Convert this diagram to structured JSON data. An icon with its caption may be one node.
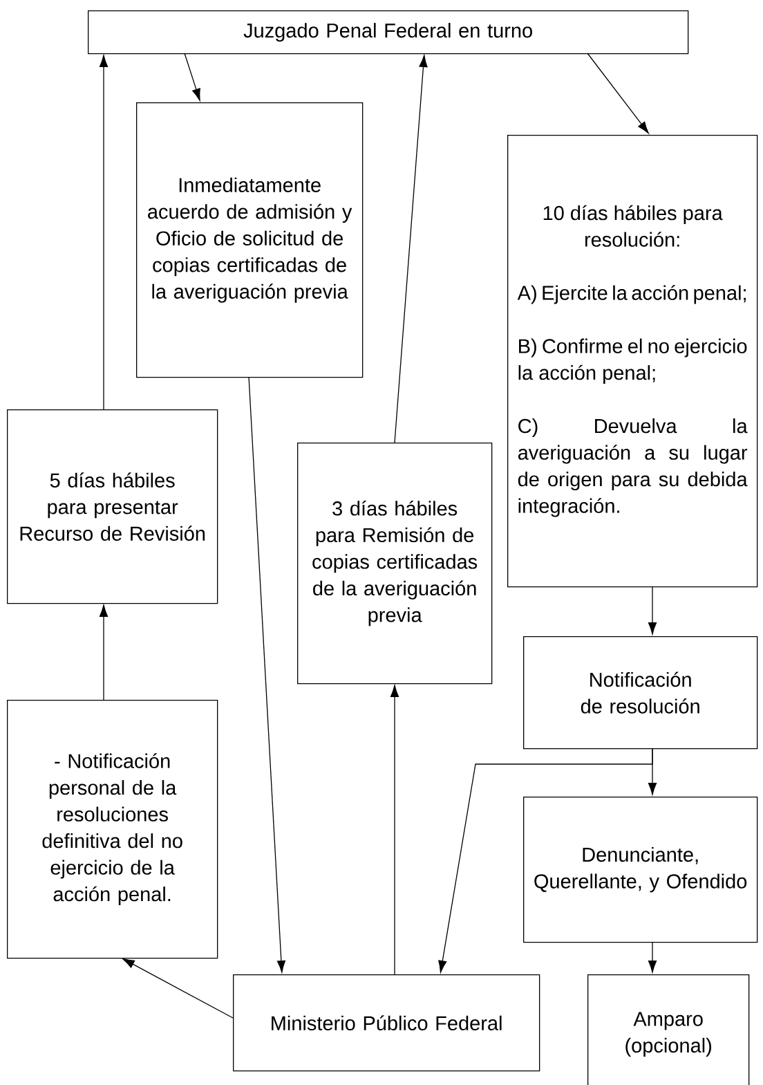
{
  "diagram": {
    "nodes": [
      {
        "text": [
          "Juzgado Penal Federal en turno"
        ]
      },
      {
        "text": [
          "Inmediatamente acuerdo de admisión y Oficio de solicitud de copias certificadas de la averiguación previa"
        ]
      },
      {
        "text": [
          "10 días hábiles para resolución:",
          "A) Ejercite la acción penal;",
          "B) Confirme el no ejercicio la acción penal;",
          "C) Devuelva la averiguación a su lugar de origen para su debida integración."
        ]
      },
      {
        "text": [
          "5 días hábiles para presentar Recurso de Revisión"
        ]
      },
      {
        "text": [
          "3 días hábiles para Remisión de copias certificadas de la averiguación previa"
        ]
      },
      {
        "text": [
          "Notificación de resolución"
        ]
      },
      {
        "text": [
          "- Notificación personal de la resoluciones definitiva del no ejercicio de la acción penal."
        ]
      },
      {
        "text": [
          "Denunciante, Querellante, y Ofendido"
        ]
      },
      {
        "text": [
          "Ministerio Público Federal"
        ]
      },
      {
        "text": [
          "Amparo (opcional)"
        ]
      }
    ],
    "edges": [
      {
        "from": 0,
        "to": 1,
        "arrow": "to"
      },
      {
        "from": 0,
        "to": 2,
        "arrow": "to"
      },
      {
        "from": 1,
        "to": 8,
        "arrow": "to"
      },
      {
        "from": 4,
        "to": 0,
        "arrow": "to"
      },
      {
        "from": 3,
        "to": 0,
        "arrow": "to"
      },
      {
        "from": 6,
        "to": 3,
        "arrow": "to"
      },
      {
        "from": 8,
        "to": 6,
        "arrow": "to"
      },
      {
        "from": 8,
        "to": 4,
        "arrow": "to"
      },
      {
        "from": 2,
        "to": 5,
        "arrow": "to"
      },
      {
        "from": 5,
        "to": 7,
        "arrow": "to"
      },
      {
        "from": 5,
        "to": 8,
        "arrow": "to"
      },
      {
        "from": 7,
        "to": 9,
        "arrow": "to"
      }
    ]
  }
}
